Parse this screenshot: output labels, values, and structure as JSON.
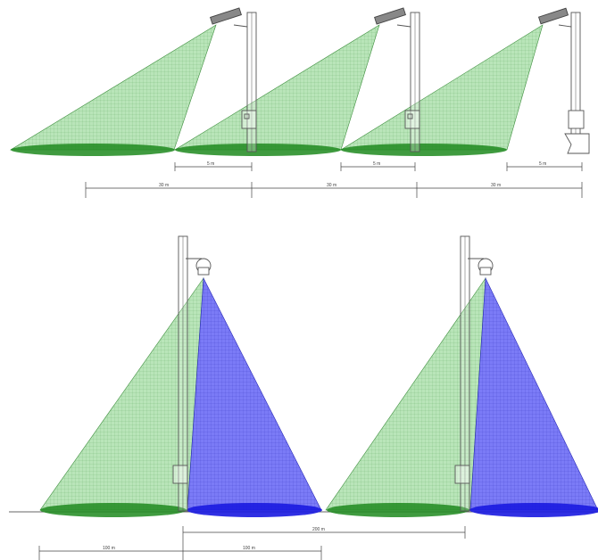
{
  "colors": {
    "green_fill": "#5cb85c",
    "green_stroke": "#3f8f3f",
    "green_ellipse": "#1f8a1f",
    "blue_fill": "#3a3af0",
    "blue_stroke": "#2a2ab8",
    "blue_ellipse": "#1a1ae0",
    "pole": "#555555",
    "dimension_line": "#444444"
  },
  "top_diagram": {
    "pole_count": 3,
    "dimension_labels": {
      "short_1": "5 m",
      "short_2": "5 m",
      "short_3": "5 m",
      "long_1": "30 m",
      "long_2": "30 m",
      "long_3": "30 m"
    }
  },
  "bottom_diagram": {
    "pole_count": 2,
    "dimension_labels": {
      "left_span": "100 m",
      "mid_span": "100 m",
      "pole_spacing": "200 m"
    }
  }
}
